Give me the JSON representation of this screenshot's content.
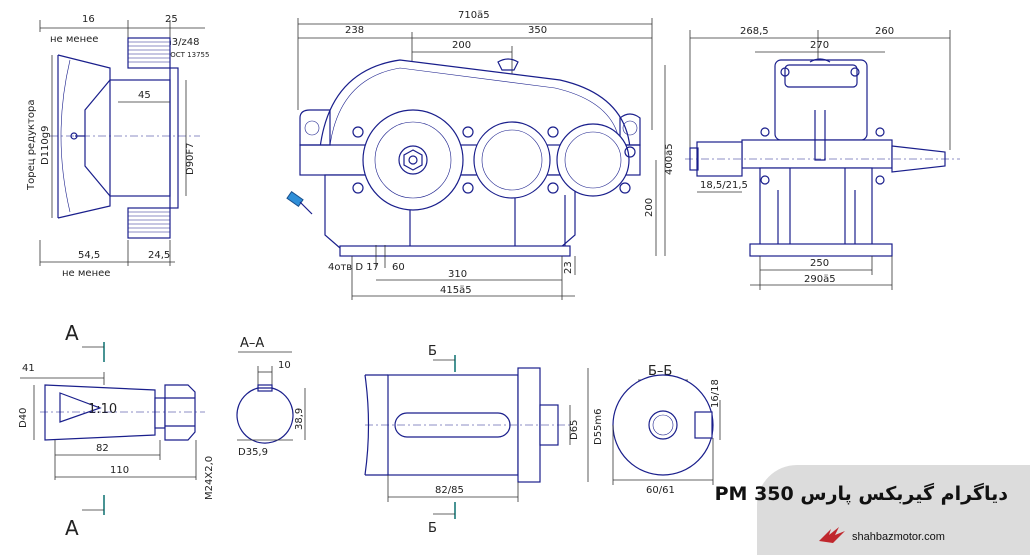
{
  "badge": {
    "title": "دیاگرام گیربکس پارس PM 350",
    "website": "shahbazmotor.com",
    "logo_icon": "winged-logo-icon",
    "background": "#dcdcdc"
  },
  "colors": {
    "part": "#1a1f8c",
    "section_mark": "#1a7a7a",
    "dimension": "#333333"
  },
  "views": {
    "input_shaft": {
      "dims": {
        "d16": "16",
        "d25": "25",
        "not_less_top": "не менее",
        "module": "m3/z48",
        "standard": "ГОСТ 13755",
        "d45": "45",
        "bore": "D90F7",
        "face_label": "Торец редуктора",
        "flange": "D110g9",
        "d54": "54,5",
        "d24": "24,5",
        "not_less_bottom": "не менее"
      }
    },
    "front": {
      "dims": {
        "total": "710ä5",
        "d238": "238",
        "d350": "350",
        "d200top": "200",
        "height": "400ä5",
        "d200": "200",
        "holes": "4отв D 17",
        "d60": "60",
        "d310": "310",
        "d415": "415ä5",
        "d23": "23"
      }
    },
    "side": {
      "dims": {
        "d268": "268,5",
        "d260": "260",
        "d270": "270",
        "d185": "18,5/21,5",
        "d250": "250",
        "d290": "290ä5"
      }
    },
    "shaft_end_a": {
      "cut_label": "A",
      "dims": {
        "d41": "41",
        "d40": "D40",
        "taper": "1:10",
        "d82": "82",
        "d110": "110",
        "thread": "M24X2,0"
      }
    },
    "section_aa": {
      "title": "A–A",
      "dims": {
        "d10": "10",
        "d389": "38,9",
        "d359": "D35,9"
      }
    },
    "shaft_end_b": {
      "cut_label": "Б",
      "dims": {
        "d65": "D65",
        "d55": "D55m6",
        "d82_85": "82/85"
      }
    },
    "section_bb": {
      "title": "Б–Б",
      "dims": {
        "d16_18": "16/18",
        "d60_61": "60/61"
      }
    }
  }
}
